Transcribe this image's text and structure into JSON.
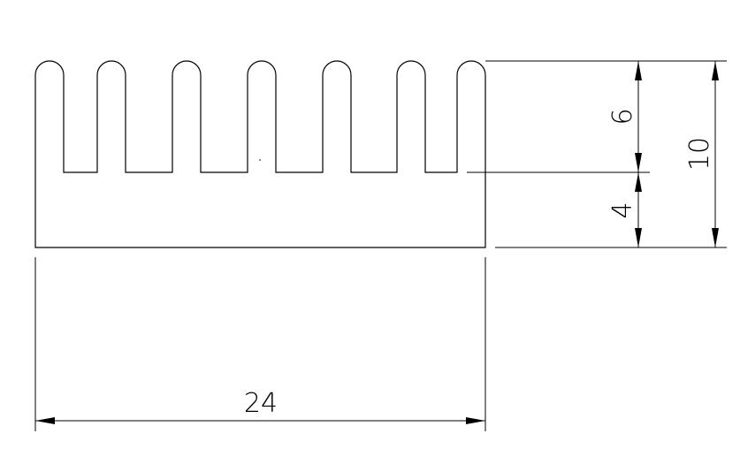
{
  "drawing": {
    "title": "",
    "part": "heat-sink-profile",
    "fin_count": 7,
    "dimensions": {
      "width": "24",
      "total_height": "10",
      "fin_height": "6",
      "base_height": "4"
    }
  }
}
